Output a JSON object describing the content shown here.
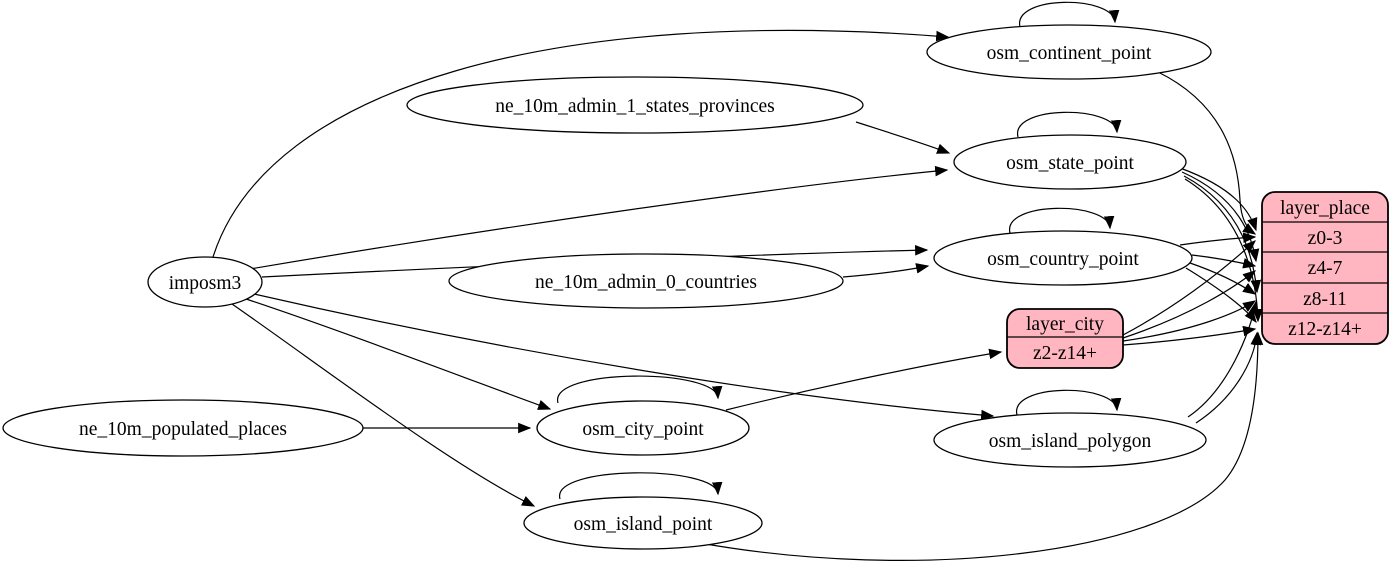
{
  "colors": {
    "background": "#ffffff",
    "node_fill": "#ffffff",
    "record_fill": "#ffb6c1",
    "stroke": "#000000"
  },
  "nodes": {
    "imposm3": {
      "label": "imposm3"
    },
    "ne_10m_admin_1_states_provinces": {
      "label": "ne_10m_admin_1_states_provinces"
    },
    "ne_10m_admin_0_countries": {
      "label": "ne_10m_admin_0_countries"
    },
    "ne_10m_populated_places": {
      "label": "ne_10m_populated_places"
    },
    "osm_continent_point": {
      "label": "osm_continent_point"
    },
    "osm_state_point": {
      "label": "osm_state_point"
    },
    "osm_country_point": {
      "label": "osm_country_point"
    },
    "osm_city_point": {
      "label": "osm_city_point"
    },
    "osm_island_polygon": {
      "label": "osm_island_polygon"
    },
    "osm_island_point": {
      "label": "osm_island_point"
    },
    "layer_city": {
      "title": "layer_city",
      "rows": [
        "z2-z14+"
      ]
    },
    "layer_place": {
      "title": "layer_place",
      "rows": [
        "z0-3",
        "z4-7",
        "z8-11",
        "z12-z14+"
      ]
    }
  },
  "edges": [
    {
      "from": "imposm3",
      "to": "osm_continent_point"
    },
    {
      "from": "imposm3",
      "to": "osm_state_point"
    },
    {
      "from": "imposm3",
      "to": "osm_country_point"
    },
    {
      "from": "imposm3",
      "to": "osm_city_point"
    },
    {
      "from": "imposm3",
      "to": "osm_island_polygon"
    },
    {
      "from": "imposm3",
      "to": "osm_island_point"
    },
    {
      "from": "ne_10m_admin_1_states_provinces",
      "to": "osm_state_point"
    },
    {
      "from": "ne_10m_admin_0_countries",
      "to": "osm_country_point"
    },
    {
      "from": "ne_10m_populated_places",
      "to": "osm_city_point"
    },
    {
      "from": "osm_continent_point",
      "to": "osm_continent_point"
    },
    {
      "from": "osm_state_point",
      "to": "osm_state_point"
    },
    {
      "from": "osm_country_point",
      "to": "osm_country_point"
    },
    {
      "from": "osm_city_point",
      "to": "osm_city_point"
    },
    {
      "from": "osm_island_polygon",
      "to": "osm_island_polygon"
    },
    {
      "from": "osm_island_point",
      "to": "osm_island_point"
    },
    {
      "from": "osm_city_point",
      "to": "layer_city:z2-z14+"
    },
    {
      "from": "osm_continent_point",
      "to": "layer_place:z0-3"
    },
    {
      "from": "osm_state_point",
      "to": "layer_place:z0-3"
    },
    {
      "from": "osm_state_point",
      "to": "layer_place:z4-7"
    },
    {
      "from": "osm_state_point",
      "to": "layer_place:z8-11"
    },
    {
      "from": "osm_state_point",
      "to": "layer_place:z12-z14+"
    },
    {
      "from": "osm_country_point",
      "to": "layer_place:z0-3"
    },
    {
      "from": "osm_country_point",
      "to": "layer_place:z4-7"
    },
    {
      "from": "osm_country_point",
      "to": "layer_place:z8-11"
    },
    {
      "from": "osm_country_point",
      "to": "layer_place:z12-z14+"
    },
    {
      "from": "layer_city:z2-z14+",
      "to": "layer_place:z0-3"
    },
    {
      "from": "layer_city:z2-z14+",
      "to": "layer_place:z4-7"
    },
    {
      "from": "layer_city:z2-z14+",
      "to": "layer_place:z8-11"
    },
    {
      "from": "layer_city:z2-z14+",
      "to": "layer_place:z12-z14+"
    },
    {
      "from": "osm_island_polygon",
      "to": "layer_place:z8-11"
    },
    {
      "from": "osm_island_polygon",
      "to": "layer_place:z12-z14+"
    },
    {
      "from": "osm_island_point",
      "to": "layer_place:z12-z14+"
    }
  ]
}
